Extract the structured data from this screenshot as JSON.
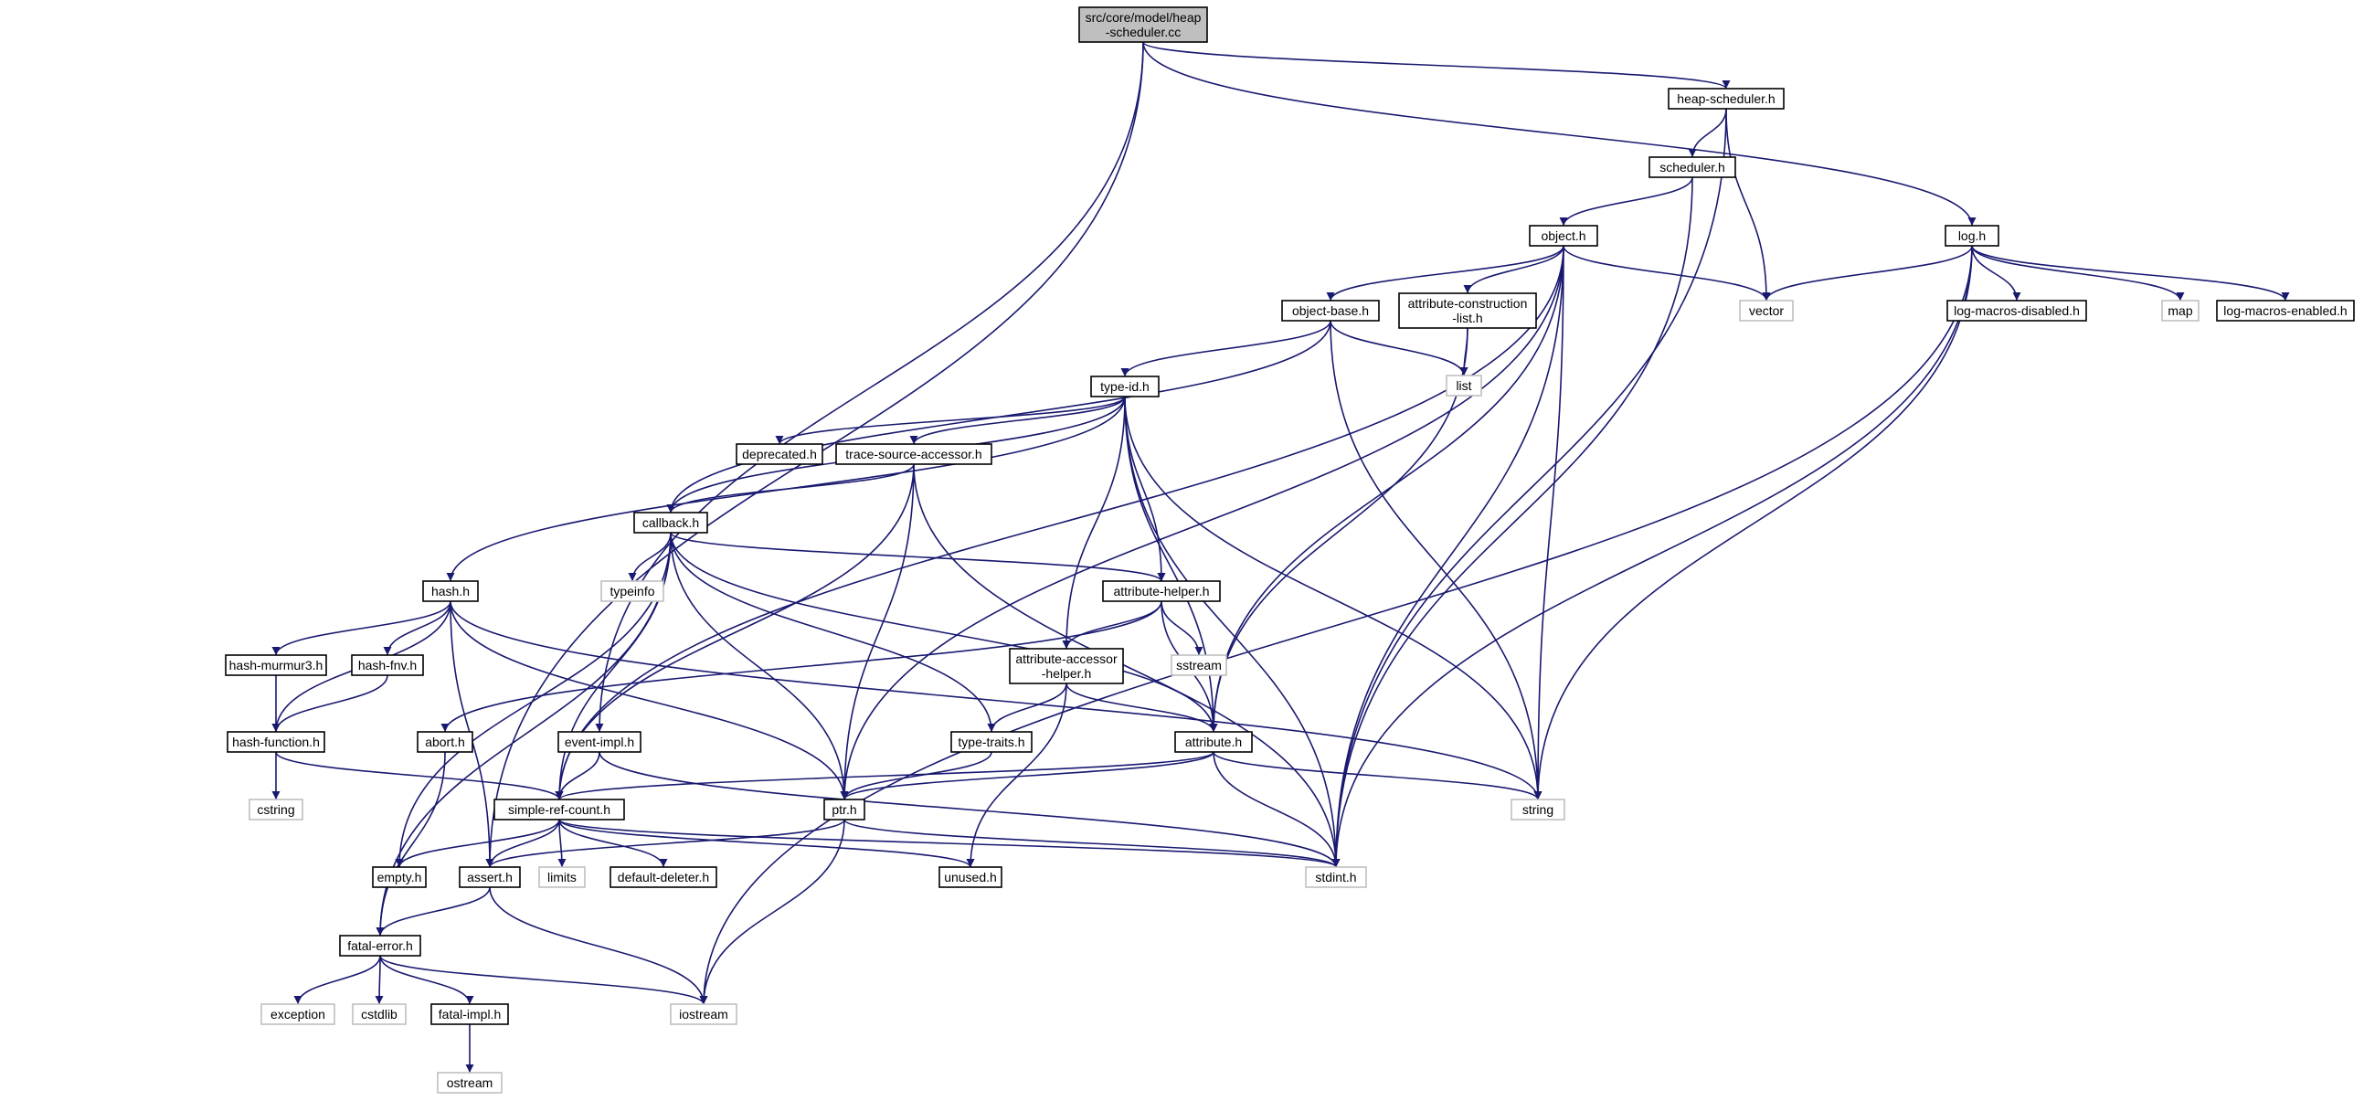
{
  "diagram": {
    "type": "include-dependency-graph",
    "edge_color": "#191970",
    "root_fill": "#bfbfbf",
    "external_border": "#bfbfbf",
    "nodes": [
      {
        "id": "root",
        "label": [
          "src/core/model/heap",
          "-scheduler.cc"
        ],
        "kind": "root"
      },
      {
        "id": "heap-scheduler",
        "label": [
          "heap-scheduler.h"
        ],
        "kind": "file"
      },
      {
        "id": "log",
        "label": [
          "log.h"
        ],
        "kind": "file"
      },
      {
        "id": "scheduler",
        "label": [
          "scheduler.h"
        ],
        "kind": "file"
      },
      {
        "id": "object",
        "label": [
          "object.h"
        ],
        "kind": "file"
      },
      {
        "id": "object-base",
        "label": [
          "object-base.h"
        ],
        "kind": "file"
      },
      {
        "id": "attr-construction",
        "label": [
          "attribute-construction",
          "-list.h"
        ],
        "kind": "file"
      },
      {
        "id": "vector",
        "label": [
          "vector"
        ],
        "kind": "external"
      },
      {
        "id": "log-macros-disabled",
        "label": [
          "log-macros-disabled.h"
        ],
        "kind": "file"
      },
      {
        "id": "map",
        "label": [
          "map"
        ],
        "kind": "external"
      },
      {
        "id": "log-macros-enabled",
        "label": [
          "log-macros-enabled.h"
        ],
        "kind": "file"
      },
      {
        "id": "list",
        "label": [
          "list"
        ],
        "kind": "external"
      },
      {
        "id": "type-id",
        "label": [
          "type-id.h"
        ],
        "kind": "file"
      },
      {
        "id": "deprecated",
        "label": [
          "deprecated.h"
        ],
        "kind": "file"
      },
      {
        "id": "trace-source",
        "label": [
          "trace-source-accessor.h"
        ],
        "kind": "file"
      },
      {
        "id": "callback",
        "label": [
          "callback.h"
        ],
        "kind": "file"
      },
      {
        "id": "hash",
        "label": [
          "hash.h"
        ],
        "kind": "file"
      },
      {
        "id": "typeinfo",
        "label": [
          "typeinfo"
        ],
        "kind": "external"
      },
      {
        "id": "attribute-helper",
        "label": [
          "attribute-helper.h"
        ],
        "kind": "file"
      },
      {
        "id": "hash-murmur3",
        "label": [
          "hash-murmur3.h"
        ],
        "kind": "file"
      },
      {
        "id": "hash-fnv",
        "label": [
          "hash-fnv.h"
        ],
        "kind": "file"
      },
      {
        "id": "attr-accessor",
        "label": [
          "attribute-accessor",
          "-helper.h"
        ],
        "kind": "file"
      },
      {
        "id": "sstream",
        "label": [
          "sstream"
        ],
        "kind": "external"
      },
      {
        "id": "hash-function",
        "label": [
          "hash-function.h"
        ],
        "kind": "file"
      },
      {
        "id": "abort",
        "label": [
          "abort.h"
        ],
        "kind": "file"
      },
      {
        "id": "event-impl",
        "label": [
          "event-impl.h"
        ],
        "kind": "file"
      },
      {
        "id": "type-traits",
        "label": [
          "type-traits.h"
        ],
        "kind": "file"
      },
      {
        "id": "attribute",
        "label": [
          "attribute.h"
        ],
        "kind": "file"
      },
      {
        "id": "cstring",
        "label": [
          "cstring"
        ],
        "kind": "external"
      },
      {
        "id": "simple-ref-count",
        "label": [
          "simple-ref-count.h"
        ],
        "kind": "file"
      },
      {
        "id": "ptr",
        "label": [
          "ptr.h"
        ],
        "kind": "file"
      },
      {
        "id": "string",
        "label": [
          "string"
        ],
        "kind": "external"
      },
      {
        "id": "empty",
        "label": [
          "empty.h"
        ],
        "kind": "file"
      },
      {
        "id": "assert",
        "label": [
          "assert.h"
        ],
        "kind": "file"
      },
      {
        "id": "limits",
        "label": [
          "limits"
        ],
        "kind": "external"
      },
      {
        "id": "default-deleter",
        "label": [
          "default-deleter.h"
        ],
        "kind": "file"
      },
      {
        "id": "unused",
        "label": [
          "unused.h"
        ],
        "kind": "file"
      },
      {
        "id": "stdint",
        "label": [
          "stdint.h"
        ],
        "kind": "external"
      },
      {
        "id": "fatal-error",
        "label": [
          "fatal-error.h"
        ],
        "kind": "file"
      },
      {
        "id": "exception",
        "label": [
          "exception"
        ],
        "kind": "external"
      },
      {
        "id": "cstdlib",
        "label": [
          "cstdlib"
        ],
        "kind": "external"
      },
      {
        "id": "fatal-impl",
        "label": [
          "fatal-impl.h"
        ],
        "kind": "file"
      },
      {
        "id": "iostream",
        "label": [
          "iostream"
        ],
        "kind": "external"
      },
      {
        "id": "ostream",
        "label": [
          "ostream"
        ],
        "kind": "external"
      }
    ],
    "edges": [
      [
        "root",
        "heap-scheduler"
      ],
      [
        "root",
        "log"
      ],
      [
        "root",
        "event-impl"
      ],
      [
        "root",
        "assert"
      ],
      [
        "heap-scheduler",
        "scheduler"
      ],
      [
        "heap-scheduler",
        "vector"
      ],
      [
        "heap-scheduler",
        "stdint"
      ],
      [
        "scheduler",
        "object"
      ],
      [
        "scheduler",
        "stdint"
      ],
      [
        "object",
        "object-base"
      ],
      [
        "object",
        "attr-construction"
      ],
      [
        "object",
        "vector"
      ],
      [
        "object",
        "ptr"
      ],
      [
        "object",
        "attribute"
      ],
      [
        "object",
        "string"
      ],
      [
        "object",
        "stdint"
      ],
      [
        "object",
        "simple-ref-count"
      ],
      [
        "log",
        "vector"
      ],
      [
        "log",
        "log-macros-disabled"
      ],
      [
        "log",
        "map"
      ],
      [
        "log",
        "log-macros-enabled"
      ],
      [
        "log",
        "string"
      ],
      [
        "log",
        "stdint"
      ],
      [
        "log",
        "iostream"
      ],
      [
        "object-base",
        "type-id"
      ],
      [
        "object-base",
        "list"
      ],
      [
        "object-base",
        "string"
      ],
      [
        "object-base",
        "callback"
      ],
      [
        "attr-construction",
        "list"
      ],
      [
        "attr-construction",
        "attribute"
      ],
      [
        "type-id",
        "deprecated"
      ],
      [
        "type-id",
        "trace-source"
      ],
      [
        "type-id",
        "callback"
      ],
      [
        "type-id",
        "hash"
      ],
      [
        "type-id",
        "attribute-helper"
      ],
      [
        "type-id",
        "attr-accessor"
      ],
      [
        "type-id",
        "attribute"
      ],
      [
        "type-id",
        "string"
      ],
      [
        "type-id",
        "stdint"
      ],
      [
        "trace-source",
        "callback"
      ],
      [
        "trace-source",
        "ptr"
      ],
      [
        "trace-source",
        "simple-ref-count"
      ],
      [
        "trace-source",
        "stdint"
      ],
      [
        "callback",
        "typeinfo"
      ],
      [
        "callback",
        "attribute-helper"
      ],
      [
        "callback",
        "type-traits"
      ],
      [
        "callback",
        "ptr"
      ],
      [
        "callback",
        "simple-ref-count"
      ],
      [
        "callback",
        "attribute"
      ],
      [
        "callback",
        "empty"
      ],
      [
        "callback",
        "fatal-error"
      ],
      [
        "hash",
        "hash-murmur3"
      ],
      [
        "hash",
        "hash-fnv"
      ],
      [
        "hash",
        "hash-function"
      ],
      [
        "hash",
        "assert"
      ],
      [
        "hash",
        "ptr"
      ],
      [
        "hash",
        "string"
      ],
      [
        "hash-murmur3",
        "hash-function"
      ],
      [
        "hash-fnv",
        "hash-function"
      ],
      [
        "hash-function",
        "cstring"
      ],
      [
        "hash-function",
        "simple-ref-count"
      ],
      [
        "attribute-helper",
        "attr-accessor"
      ],
      [
        "attribute-helper",
        "sstream"
      ],
      [
        "attribute-helper",
        "attribute"
      ],
      [
        "attribute-helper",
        "abort"
      ],
      [
        "attr-accessor",
        "type-traits"
      ],
      [
        "attr-accessor",
        "attribute"
      ],
      [
        "attr-accessor",
        "unused"
      ],
      [
        "abort",
        "fatal-error"
      ],
      [
        "event-impl",
        "simple-ref-count"
      ],
      [
        "event-impl",
        "stdint"
      ],
      [
        "type-traits",
        "ptr"
      ],
      [
        "attribute",
        "string"
      ],
      [
        "attribute",
        "ptr"
      ],
      [
        "attribute",
        "simple-ref-count"
      ],
      [
        "attribute",
        "stdint"
      ],
      [
        "simple-ref-count",
        "empty"
      ],
      [
        "simple-ref-count",
        "assert"
      ],
      [
        "simple-ref-count",
        "limits"
      ],
      [
        "simple-ref-count",
        "default-deleter"
      ],
      [
        "simple-ref-count",
        "unused"
      ],
      [
        "simple-ref-count",
        "stdint"
      ],
      [
        "ptr",
        "assert"
      ],
      [
        "ptr",
        "iostream"
      ],
      [
        "ptr",
        "stdint"
      ],
      [
        "assert",
        "fatal-error"
      ],
      [
        "assert",
        "iostream"
      ],
      [
        "fatal-error",
        "exception"
      ],
      [
        "fatal-error",
        "cstdlib"
      ],
      [
        "fatal-error",
        "fatal-impl"
      ],
      [
        "fatal-error",
        "iostream"
      ],
      [
        "fatal-impl",
        "ostream"
      ]
    ]
  }
}
